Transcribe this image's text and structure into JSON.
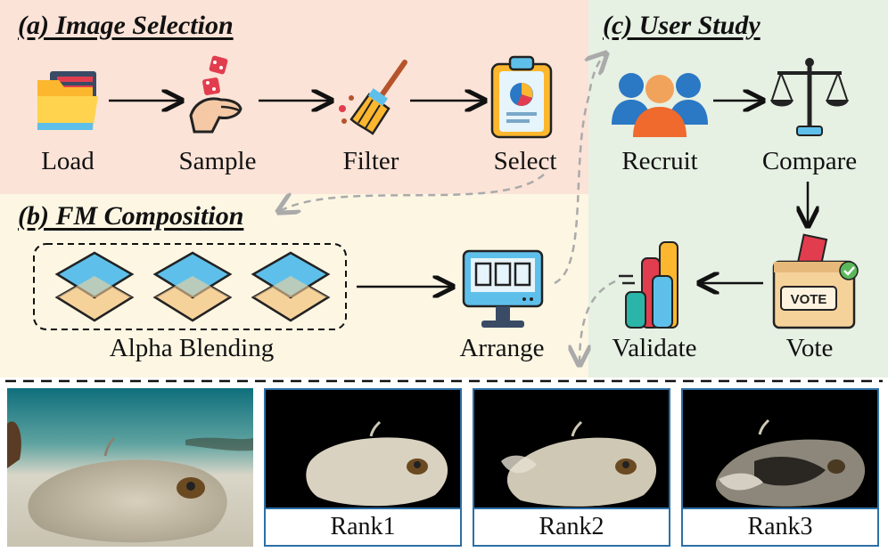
{
  "panels": {
    "a": {
      "title": "(a) Image Selection",
      "steps": [
        "Load",
        "Sample",
        "Filter",
        "Select"
      ]
    },
    "b": {
      "title": "(b) FM Composition",
      "steps": [
        "Alpha Blending",
        "Arrange"
      ]
    },
    "c": {
      "title": "(c) User Study",
      "steps": [
        "Recruit",
        "Compare",
        "Vote",
        "Validate"
      ]
    }
  },
  "icons": {
    "load": "folder-icon",
    "sample": "dice-hand-icon",
    "filter": "broom-icon",
    "select": "clipboard-chart-icon",
    "blend": "layer-stack-icon",
    "arrange": "monitor-grid-icon",
    "recruit": "people-group-icon",
    "compare": "balance-scale-icon",
    "vote": "ballot-box-icon",
    "validate": "bar-cylinder-chart-icon",
    "vote_badge": "VOTE"
  },
  "results": {
    "original_alt": "stingray on seabed",
    "ranks": [
      "Rank1",
      "Rank2",
      "Rank3"
    ]
  },
  "colors": {
    "panel_a": "#fbe3d7",
    "panel_b": "#fcf6e3",
    "panel_c": "#e6f0e3",
    "frame": "#2d6fa6"
  }
}
